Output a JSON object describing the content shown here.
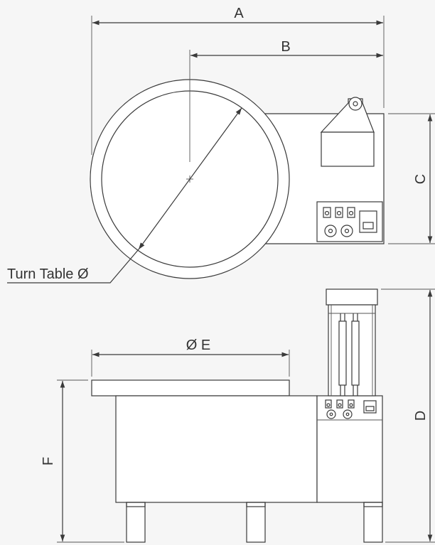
{
  "labels": {
    "a": "A",
    "b": "B",
    "c": "C",
    "d": "D",
    "e": "Ø E",
    "f": "F",
    "turn_table": "Turn Table Ø"
  }
}
